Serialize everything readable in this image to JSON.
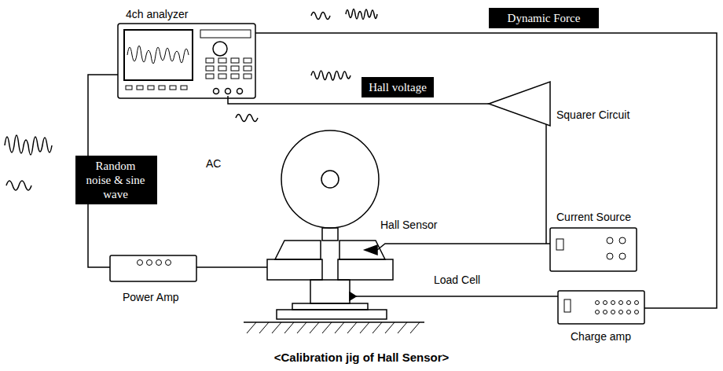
{
  "diagram": {
    "caption": "<Calibration jig of Hall Sensor>",
    "nodes": [
      {
        "text": [
          "Dynamic Force"
        ]
      },
      {
        "text": [
          "Hall voltage"
        ]
      },
      {
        "text": [
          "Random noise & sine wave"
        ]
      }
    ],
    "labels": [
      "4ch analyzer",
      "Squarer Circuit",
      "AC",
      "Current Source",
      "Hall Sensor",
      "Load Cell",
      "Power Amp",
      "Charge amp"
    ]
  }
}
